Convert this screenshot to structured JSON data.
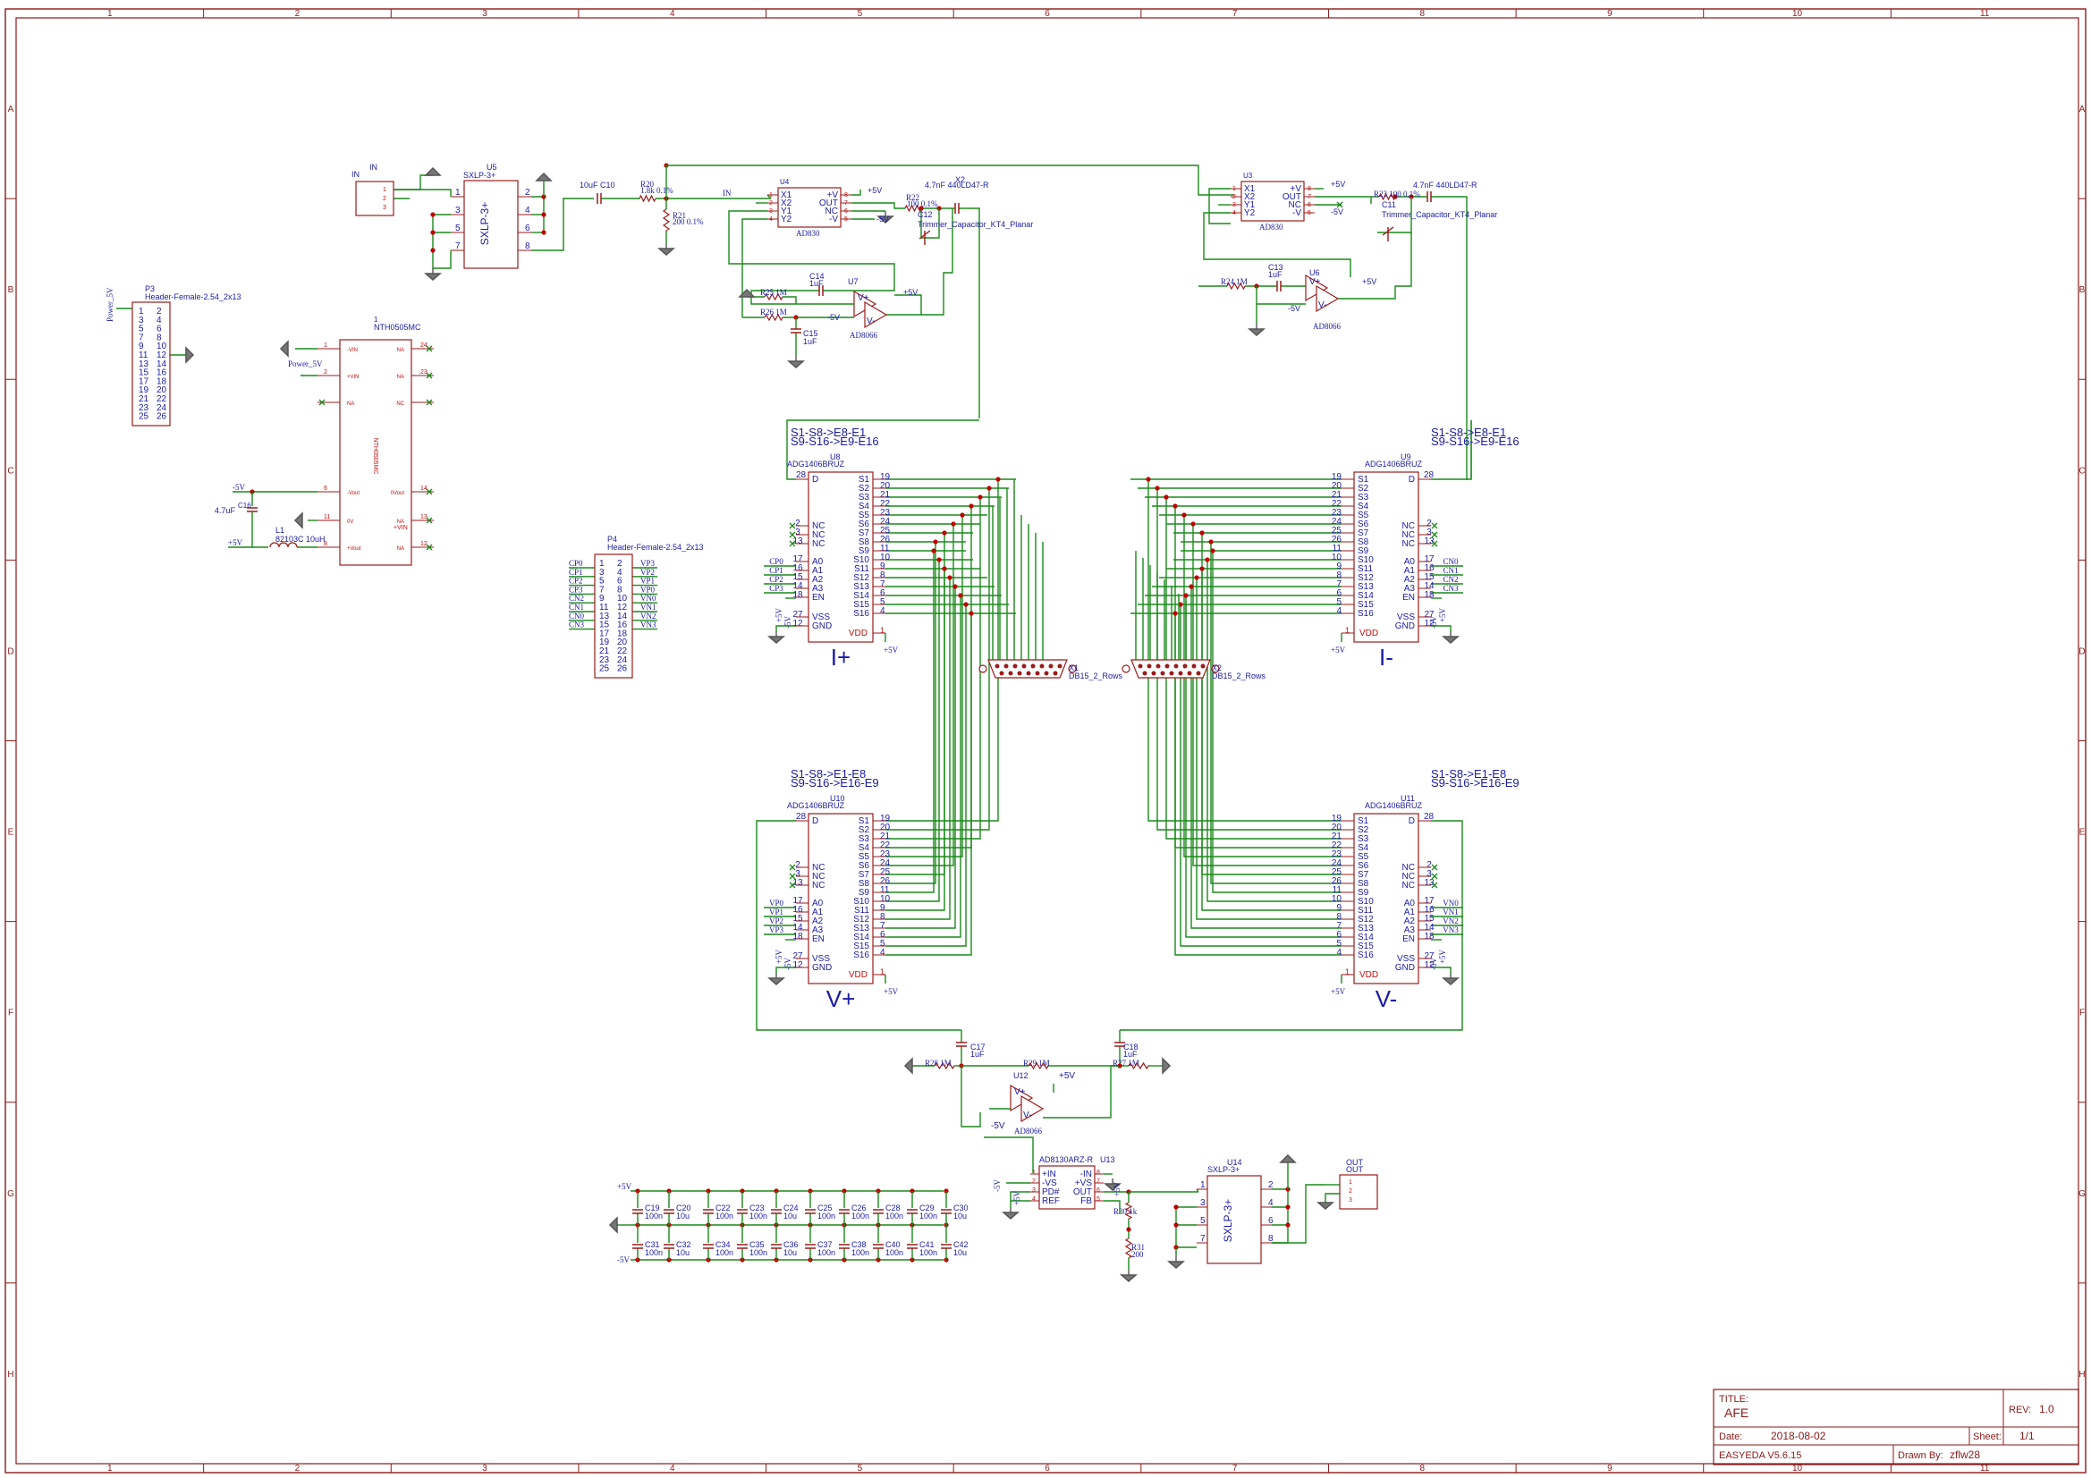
{
  "frame": {
    "col_labels": [
      "1",
      "2",
      "3",
      "4",
      "5",
      "6",
      "7",
      "8",
      "9",
      "10",
      "11"
    ],
    "row_labels": [
      "A",
      "B",
      "C",
      "D",
      "E",
      "F",
      "G",
      "H"
    ]
  },
  "title_block": {
    "title_label": "TITLE:",
    "title": "AFE",
    "rev_label": "REV:",
    "rev": "1.0",
    "date_label": "Date:",
    "date": "2018-08-02",
    "sheet_label": "Sheet:",
    "sheet": "1/1",
    "tool": "EASYEDA V5.6.15",
    "drawn_label": "Drawn By:",
    "drawn_by": "zflw28"
  },
  "components": {
    "in_conn": {
      "ref": "IN",
      "name": "IN",
      "pins": [
        "1",
        "2",
        "3"
      ]
    },
    "u5": {
      "ref": "U5",
      "part": "SXLP-3+",
      "body": "SXLP-3+",
      "left_pins": [
        "1",
        "3",
        "5",
        "7"
      ],
      "right_pins": [
        "2",
        "4",
        "6",
        "8"
      ]
    },
    "c10": {
      "label": "10uF C10"
    },
    "r20": {
      "label": "R20",
      "value": "1.8k 0.1%"
    },
    "r21": {
      "label": "R21",
      "value": "200 0.1%"
    },
    "net_in": "IN",
    "u4": {
      "ref": "U4",
      "part": "AD830",
      "left_pins": [
        "X1",
        "X2",
        "Y1",
        "Y2"
      ],
      "left_nums": [
        "1",
        "2",
        "3",
        "4"
      ],
      "right_pins": [
        "+V",
        "OUT",
        "NC",
        "-V"
      ],
      "right_nums": [
        "8",
        "7",
        "6",
        "5"
      ],
      "pwr_pos": "+5V",
      "pwr_neg": "-5V"
    },
    "r22": {
      "label": "R22",
      "value": "100 0.1%"
    },
    "c12_top": {
      "label": "4.7nF 440LD47-R"
    },
    "x2_tag": "X2",
    "c12": {
      "label": "C12",
      "value": "Trimmer_Capacitor_KT4_Planar"
    },
    "c14": {
      "label": "C14",
      "value": "1uF"
    },
    "r25": {
      "label": "R25",
      "value": "1M"
    },
    "r26": {
      "label": "R26",
      "value": "1M"
    },
    "c15": {
      "label": "C15",
      "value": "1uF"
    },
    "u7": {
      "ref": "U7",
      "part": "AD8066",
      "pins": [
        "V+",
        "V-"
      ],
      "pwr_pos": "+5V",
      "pwr_neg": "-5V"
    },
    "u3": {
      "ref": "U3",
      "part": "AD830",
      "left_pins": [
        "X1",
        "X2",
        "Y1",
        "Y2"
      ],
      "left_nums": [
        "1",
        "2",
        "3",
        "4"
      ],
      "right_pins": [
        "+V",
        "OUT",
        "NC",
        "-V"
      ],
      "right_nums": [
        "8",
        "7",
        "6",
        "5"
      ],
      "pwr_pos": "+5V",
      "pwr_neg": "-5V"
    },
    "r23": {
      "label": "R23",
      "value": "100 0.1%"
    },
    "c11_top": {
      "label": "4.7nF 440LD47-R"
    },
    "c11": {
      "label": "C11",
      "value": "Trimmer_Capacitor_KT4_Planar"
    },
    "c13": {
      "label": "C13",
      "value": "1uF"
    },
    "r24": {
      "label": "R24",
      "value": "1M"
    },
    "u6": {
      "ref": "U6",
      "part": "AD8066",
      "pwr_pos": "+5V",
      "pwr_neg": "-5V"
    },
    "p3": {
      "ref": "P3",
      "part": "Header-Female-2.54_2x13",
      "net": "Power_5V",
      "rows": [
        [
          "1",
          "2"
        ],
        [
          "3",
          "4"
        ],
        [
          "5",
          "6"
        ],
        [
          "7",
          "8"
        ],
        [
          "9",
          "10"
        ],
        [
          "11",
          "12"
        ],
        [
          "13",
          "14"
        ],
        [
          "15",
          "16"
        ],
        [
          "17",
          "18"
        ],
        [
          "19",
          "20"
        ],
        [
          "21",
          "22"
        ],
        [
          "23",
          "24"
        ],
        [
          "25",
          "26"
        ]
      ]
    },
    "nth": {
      "ref": "1",
      "part": "NTH0505MC",
      "body": "NTH0505MC",
      "net_power": "Power_5V",
      "left_pins": [
        "-VIN",
        "+VIN",
        "NA",
        "-Vout",
        "0V",
        "+Vout"
      ],
      "left_nums": [
        "1",
        "2",
        "",
        "6",
        "11",
        "8"
      ],
      "right_pins": [
        "NA",
        "NA",
        "NC",
        "0Vout",
        "NA",
        "NA"
      ],
      "right_nums": [
        "24",
        "23",
        "",
        "14",
        "13",
        "12"
      ],
      "vin_label": "+VIN"
    },
    "c16": {
      "label": "C16",
      "value": "4.7uF"
    },
    "l1": {
      "label": "L1",
      "value": "82103C 10uH"
    },
    "nets_pwr": {
      "neg": "-5V",
      "pos": "+5V"
    },
    "p4": {
      "ref": "P4",
      "part": "Header-Female-2.54_2x13",
      "rows": [
        [
          "1",
          "2"
        ],
        [
          "3",
          "4"
        ],
        [
          "5",
          "6"
        ],
        [
          "7",
          "8"
        ],
        [
          "9",
          "10"
        ],
        [
          "11",
          "12"
        ],
        [
          "13",
          "14"
        ],
        [
          "15",
          "16"
        ],
        [
          "17",
          "18"
        ],
        [
          "19",
          "20"
        ],
        [
          "21",
          "22"
        ],
        [
          "23",
          "24"
        ],
        [
          "25",
          "26"
        ]
      ],
      "left_nets": [
        "CP0",
        "CP1",
        "CP2",
        "CP3",
        "CN2",
        "CN1",
        "CN0",
        "CN3"
      ],
      "right_nets": [
        "VP3",
        "VP2",
        "VP1",
        "VP0",
        "VN0",
        "VN1",
        "VN2",
        "VN3"
      ]
    },
    "u8": {
      "ref": "U8",
      "part": "ADG1406BRUZ",
      "note1": "S1-S8->E8-E1",
      "note2": "S9-S16->E9-E16",
      "big": "I+",
      "nc_nums": [
        "2",
        "3",
        "13"
      ],
      "a_nets": [
        "CP0",
        "CP1",
        "CP2",
        "CP3"
      ],
      "a_nums": [
        "17",
        "16",
        "15",
        "14"
      ]
    },
    "u9": {
      "ref": "U9",
      "part": "ADG1406BRUZ",
      "note1": "S1-S8->E8-E1",
      "note2": "S9-S16->E9-E16",
      "big": "I-",
      "nc_nums": [
        "2",
        "3",
        "13"
      ],
      "a_nets": [
        "CN0",
        "CN1",
        "CN2",
        "CN3"
      ],
      "a_nums": [
        "17",
        "16",
        "15",
        "14"
      ]
    },
    "u10": {
      "ref": "U10",
      "part": "ADG1406BRUZ",
      "note1": "S1-S8->E1-E8",
      "note2": "S9-S16->E16-E9",
      "big": "V+",
      "nc_nums": [
        "2",
        "3",
        "13"
      ],
      "a_nets": [
        "VP0",
        "VP1",
        "VP2",
        "VP3"
      ],
      "a_nums": [
        "17",
        "16",
        "15",
        "14"
      ]
    },
    "u11": {
      "ref": "U11",
      "part": "ADG1406BRUZ",
      "note1": "S1-S8->E1-E8",
      "note2": "S9-S16->E16-E9",
      "big": "V-",
      "nc_nums": [
        "2",
        "3",
        "13"
      ],
      "a_nets": [
        "VN0",
        "VN1",
        "VN2",
        "VN3"
      ],
      "a_nums": [
        "17",
        "16",
        "15",
        "14"
      ]
    },
    "mux_common": {
      "s_labels": [
        "S1",
        "S2",
        "S3",
        "S4",
        "S5",
        "S6",
        "S7",
        "S8",
        "S9",
        "S10",
        "S11",
        "S12",
        "S13",
        "S14",
        "S15",
        "S16"
      ],
      "s_nums": [
        "19",
        "20",
        "21",
        "22",
        "23",
        "24",
        "25",
        "26",
        "11",
        "10",
        "9",
        "8",
        "7",
        "6",
        "5",
        "4"
      ],
      "d_label": "D",
      "d_num": "28",
      "nc_label": "NC",
      "a_labels": [
        "A0",
        "A1",
        "A2",
        "A3"
      ],
      "en_label": "EN",
      "en_num": "18",
      "vss_label": "VSS",
      "vss_num": "27",
      "gnd_label": "GND",
      "gnd_num": "12",
      "vdd_label": "VDD",
      "vdd_num": "1",
      "pwr_pos": "+5V",
      "pwr_neg": "-5V"
    },
    "x1": {
      "ref": "X1",
      "part": "DB15_2_Rows"
    },
    "x2": {
      "ref": "X2",
      "part": "DB15_2_Rows"
    },
    "c17": {
      "label": "C17",
      "value": "1uF"
    },
    "r28": {
      "label": "R28",
      "value": "1M"
    },
    "r29": {
      "label": "R29",
      "value": "1M"
    },
    "c18": {
      "label": "C18",
      "value": "1uF"
    },
    "r27": {
      "label": "R27",
      "value": "1M"
    },
    "u12": {
      "ref": "U12",
      "part": "AD8066",
      "pwr_pos": "+5V",
      "pwr_neg": "-5V"
    },
    "u13": {
      "ref": "U13",
      "part": "AD8130ARZ-R",
      "left_pins": [
        "+IN",
        "-VS",
        "PD#",
        "REF"
      ],
      "left_nums": [
        "1",
        "2",
        "3",
        "4"
      ],
      "right_pins": [
        "-IN",
        "+VS",
        "OUT",
        "FB"
      ],
      "right_nums": [
        "8",
        "7",
        "6",
        "5"
      ],
      "pwr_pos": "+5V",
      "pwr_neg": "-5V"
    },
    "r30": {
      "label": "R30",
      "value": "1k"
    },
    "r31": {
      "label": "R31",
      "value": "200"
    },
    "u14": {
      "ref": "U14",
      "part": "SXLP-3+",
      "body": "SXLP-3+",
      "left_pins": [
        "1",
        "3",
        "5",
        "7"
      ],
      "right_pins": [
        "2",
        "4",
        "6",
        "8"
      ]
    },
    "out_conn": {
      "ref": "OUT",
      "name": "OUT",
      "pins": [
        "1",
        "2",
        "3"
      ]
    },
    "decoupling": {
      "pos": "+5V",
      "neg": "-5V",
      "top": [
        [
          "C19",
          "100n"
        ],
        [
          "C20",
          "10u"
        ],
        [
          "C22",
          "100n"
        ],
        [
          "C23",
          "100n"
        ],
        [
          "C24",
          "10u"
        ],
        [
          "C25",
          "100n"
        ],
        [
          "C26",
          "100n"
        ],
        [
          "C28",
          "100n"
        ],
        [
          "C29",
          "100n"
        ],
        [
          "C30",
          "10u"
        ]
      ],
      "bottom": [
        [
          "C31",
          "100n"
        ],
        [
          "C32",
          "10u"
        ],
        [
          "C34",
          "100n"
        ],
        [
          "C35",
          "100n"
        ],
        [
          "C36",
          "10u"
        ],
        [
          "C37",
          "100n"
        ],
        [
          "C38",
          "100n"
        ],
        [
          "C40",
          "100n"
        ],
        [
          "C41",
          "100n"
        ],
        [
          "C42",
          "10u"
        ]
      ]
    }
  }
}
